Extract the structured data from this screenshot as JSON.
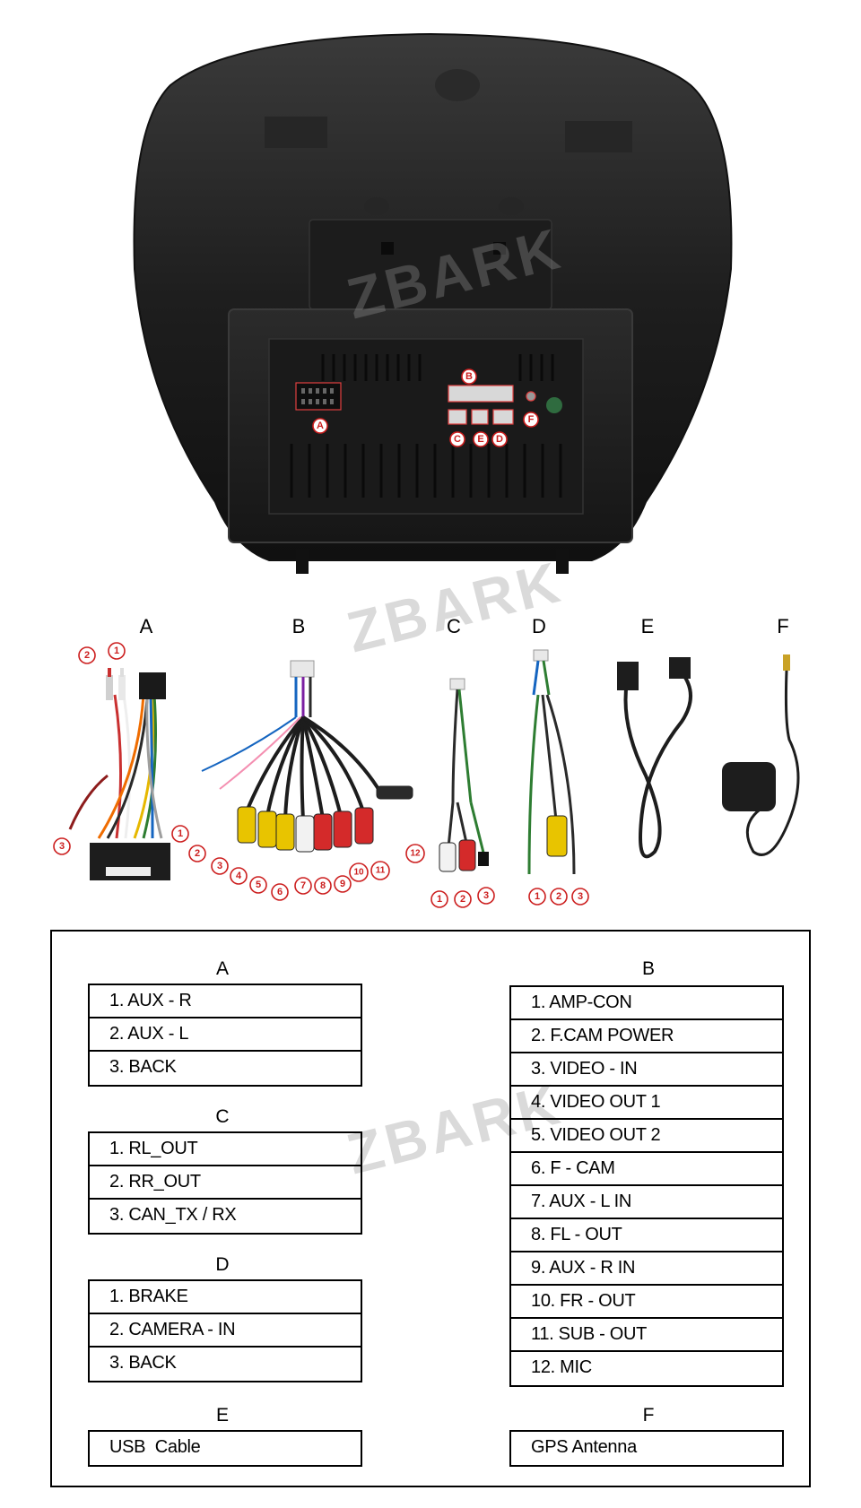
{
  "watermark": "ZBARK",
  "port_labels": [
    "A",
    "B",
    "C",
    "D",
    "E",
    "F"
  ],
  "cable_labels": [
    "A",
    "B",
    "C",
    "D",
    "E",
    "F"
  ],
  "cable_pin_numbers": {
    "A": [
      "1",
      "2",
      "3"
    ],
    "B": [
      "1",
      "2",
      "3",
      "4",
      "5",
      "6",
      "7",
      "8",
      "9",
      "10",
      "11",
      "12"
    ],
    "C": [
      "1",
      "2",
      "3"
    ],
    "D": [
      "1",
      "2",
      "3"
    ]
  },
  "legend": {
    "A": {
      "title": "A",
      "items": [
        "1. AUX - R",
        "2. AUX - L",
        "3. BACK"
      ]
    },
    "B": {
      "title": "B",
      "items": [
        "1. AMP-CON",
        "2. F.CAM POWER",
        "3. VIDEO - IN",
        "4. VIDEO OUT 1",
        "5. VIDEO OUT 2",
        "6. F - CAM",
        "7. AUX - L IN",
        "8. FL - OUT",
        "9. AUX - R IN",
        "10. FR - OUT",
        "11. SUB - OUT",
        "12. MIC"
      ]
    },
    "C": {
      "title": "C",
      "items": [
        "1. RL_OUT",
        "2. RR_OUT",
        "3. CAN_TX / RX"
      ]
    },
    "D": {
      "title": "D",
      "items": [
        "1. BRAKE",
        "2. CAMERA - IN",
        "3. BACK"
      ]
    },
    "E": {
      "title": "E",
      "items": [
        "USB  Cable"
      ]
    },
    "F": {
      "title": "F",
      "items": [
        "GPS Antenna"
      ]
    }
  },
  "colors": {
    "bubble": "#cc1f1f",
    "unit": "#1a1a1a",
    "rca_red": "#d42a2a",
    "rca_yellow": "#e8c400",
    "rca_white": "#f2f2f2"
  }
}
